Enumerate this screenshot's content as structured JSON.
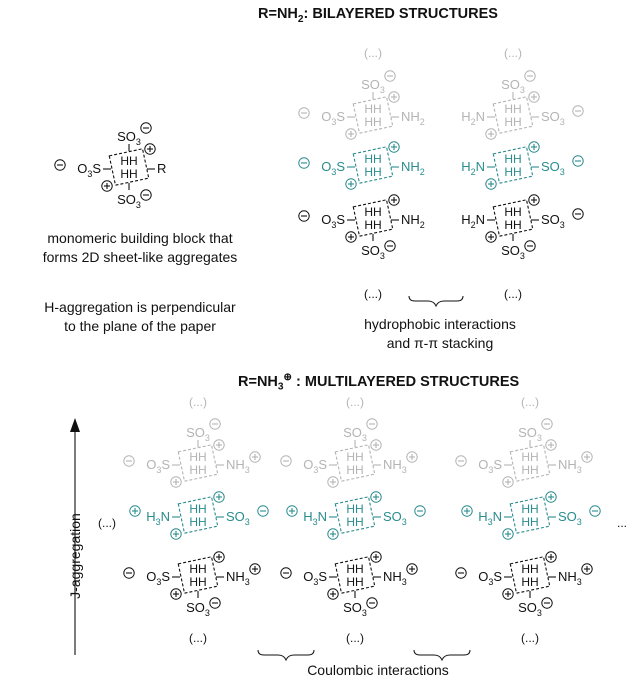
{
  "headings": {
    "bilayer": "R=NH₂: BILAYERED STRUCTURES",
    "multilayer": "R=NH₃⁺ : MULTILAYERED STRUCTURES"
  },
  "captions": {
    "monomer_line1": "monomeric building block that",
    "monomer_line2": "forms 2D sheet-like aggregates",
    "hagg_line1": "H-aggregation is perpendicular",
    "hagg_line2": "to the plane of the paper",
    "hydrophobic_line1": "hydrophobic interactions",
    "hydrophobic_line2": "and π-π stacking",
    "coulombic": "Coulombic interactions",
    "j_aggregation": "J-aggregation"
  },
  "labels": {
    "so3": "SO3",
    "o3s": "O3S",
    "hh": "HH",
    "r": "R",
    "nh2": "NH2",
    "h2n": "H2N",
    "nh3": "NH3",
    "h3n": "H3N",
    "ellipsis": "(...)"
  },
  "colors": {
    "black": "#111111",
    "teal": "#2a8c8e",
    "gray": "#b4b4b4"
  }
}
